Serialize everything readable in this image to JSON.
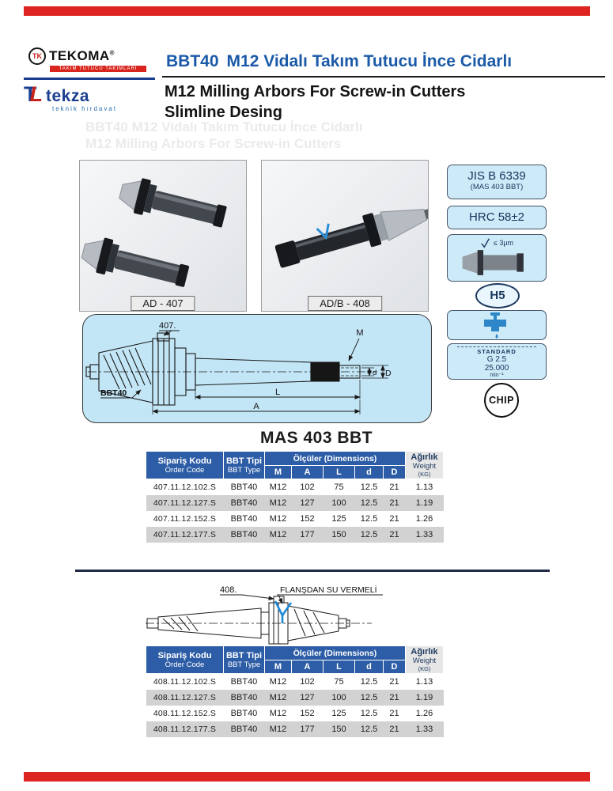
{
  "page": {
    "title_code": "BBT40",
    "title_tr": "M12 Vidalı Takım Tutucu İnce Cidarlı",
    "title_en_line1": "M12 Milling Arbors For Screw-in Cutters",
    "title_en_line2": "Slimline Desing",
    "section_title": "MAS 403 BBT",
    "watermark_line1": "BBT40 M12 Vidalı Takım Tutucu İnce Cidarlı",
    "watermark_line2": "M12 Milling Arbors For Screw-in Cutters"
  },
  "brand": {
    "tekoma_mark": "TK",
    "tekoma_name": "TEKOMA",
    "tekoma_reg": "®",
    "tekoma_tagline": "TAKIM TUTUCU TAKIMLARI",
    "tekza_t": "T",
    "tekza_l": "L",
    "tekza_name": "tekza",
    "tekza_tagline": "teknik hırdavat"
  },
  "photos": {
    "photo1_label": "AD  - 407",
    "photo2_label": "AD/B - 408"
  },
  "specs": {
    "jis_line1": "JIS B 6339",
    "jis_line2": "(MAS 403 BBT)",
    "hrc": "HRC 58±2",
    "finish": "≤ 3μm",
    "h5": "H5",
    "standard_line1": "STANDARD",
    "standard_line2": "G 2.5",
    "standard_line3": "25.000",
    "standard_line4": "min⁻¹",
    "chip": "CHIP"
  },
  "drawing1": {
    "ref": "407.",
    "taper_label": "BBT40",
    "dim_m": "M",
    "dim_d": "d",
    "dim_big_d": "D",
    "dim_l": "L",
    "dim_a": "A"
  },
  "drawing2": {
    "ref": "408.",
    "note": "FLANŞDAN SU VERMELİ"
  },
  "table": {
    "headers": {
      "order_tr": "Sipariş Kodu",
      "order_en": "Order Code",
      "type_tr": "BBT Tipi",
      "type_en": "BBT Type",
      "dims": "Ölçüler (Dimensions)",
      "col_m": "M",
      "col_a": "A",
      "col_l": "L",
      "col_d": "d",
      "col_big_d": "D",
      "weight_tr": "Ağırlık",
      "weight_en": "Weight",
      "weight_unit": "(KG)"
    },
    "table1_rows": [
      [
        "407.11.12.102.S",
        "BBT40",
        "M12",
        "102",
        "75",
        "12.5",
        "21",
        "1.13"
      ],
      [
        "407.11.12.127.S",
        "BBT40",
        "M12",
        "127",
        "100",
        "12.5",
        "21",
        "1.19"
      ],
      [
        "407.11.12.152.S",
        "BBT40",
        "M12",
        "152",
        "125",
        "12.5",
        "21",
        "1.26"
      ],
      [
        "407.11.12.177.S",
        "BBT40",
        "M12",
        "177",
        "150",
        "12.5",
        "21",
        "1.33"
      ]
    ],
    "table2_rows": [
      [
        "408.11.12.102.S",
        "BBT40",
        "M12",
        "102",
        "75",
        "12.5",
        "21",
        "1.13"
      ],
      [
        "408.11.12.127.S",
        "BBT40",
        "M12",
        "127",
        "100",
        "12.5",
        "21",
        "1.19"
      ],
      [
        "408.11.12.152.S",
        "BBT40",
        "M12",
        "152",
        "125",
        "12.5",
        "21",
        "1.26"
      ],
      [
        "408.11.12.177.S",
        "BBT40",
        "M12",
        "177",
        "150",
        "12.5",
        "21",
        "1.33"
      ]
    ]
  },
  "colors": {
    "accent_red": "#dd2420",
    "title_blue": "#1b5aa8",
    "table_header_blue": "#2d5da6",
    "panel_light_blue": "#c3e6f6",
    "row_alt_gray": "#d2d2d2"
  }
}
